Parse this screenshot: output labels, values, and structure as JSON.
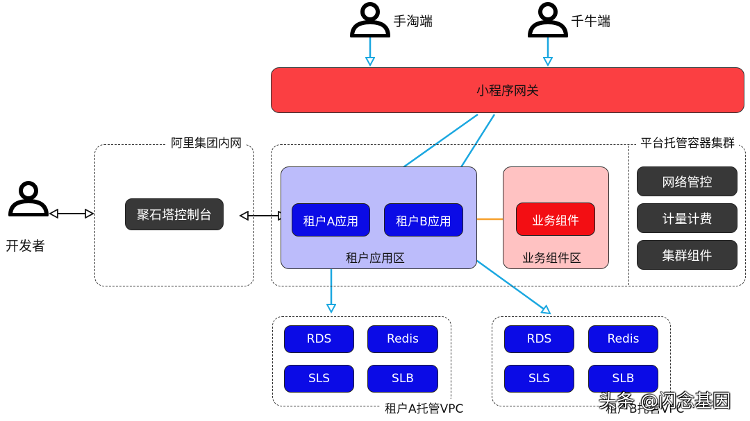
{
  "users": {
    "taobao": "手淘端",
    "qianniu": "千牛端",
    "developer": "开发者"
  },
  "gateway": {
    "label": "小程序网关"
  },
  "intranet": {
    "group_label": "阿里集团内网",
    "console_label": "聚石塔控制台"
  },
  "platform": {
    "group_label": "平台托管容器集群",
    "tenant_zone_label": "租户应用区",
    "tenant_a_app": "租户A应用",
    "tenant_b_app": "租户B应用",
    "biz_zone_label": "业务组件区",
    "biz_component": "业务组件",
    "side_items": [
      "网络管控",
      "计量计费",
      "集群组件"
    ]
  },
  "vpc_a": {
    "label": "租户A托管VPC",
    "services": [
      "RDS",
      "Redis",
      "SLS",
      "SLB"
    ]
  },
  "vpc_b": {
    "label": "租户B托管VPC",
    "services": [
      "RDS",
      "Redis",
      "SLS",
      "SLB"
    ]
  },
  "watermark": "头条 @闪念基因",
  "colors": {
    "gateway": "#fb3f42",
    "tenant_zone": "#bcbcfb",
    "biz_zone": "#ffc2c2",
    "blue_button": "#0b0be6",
    "red_button": "#f30e13",
    "dark_button": "#383838",
    "arrow_blue": "#1aa7e0",
    "arrow_orange": "#f6a02c"
  }
}
